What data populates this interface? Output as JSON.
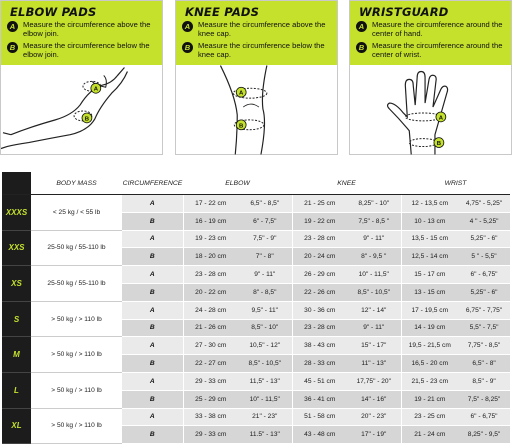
{
  "panels": [
    {
      "title": "ELBOW PADS",
      "steps": [
        {
          "letter": "A",
          "text": "Measure the circumference above the elbow join."
        },
        {
          "letter": "B",
          "text": "Measure the circumference below the elbow join."
        }
      ]
    },
    {
      "title": "KNEE PADS",
      "steps": [
        {
          "letter": "A",
          "text": "Measure the circumference above the knee cap."
        },
        {
          "letter": "B",
          "text": "Measure the circumference below the knee cap."
        }
      ]
    },
    {
      "title": "WRISTGUARD",
      "steps": [
        {
          "letter": "A",
          "text": "Measure the circumference around the center of hand."
        },
        {
          "letter": "B",
          "text": "Measure the circumference around the center of wrist."
        }
      ]
    }
  ],
  "table": {
    "headers": [
      "BODY MASS",
      "CIRCUMFERENCE",
      "ELBOW",
      "KNEE",
      "WRIST"
    ],
    "rows": [
      {
        "size": "XXXS",
        "mass": "< 25 kg / < 55 lb",
        "a": [
          "17 - 22 cm",
          "6,5\" - 8,5\"",
          "21 - 25 cm",
          "8,25\" - 10\"",
          "12 - 13,5 cm",
          "4,75\" - 5,25\""
        ],
        "b": [
          "16 - 19 cm",
          "6\" - 7,5\"",
          "19 - 22 cm",
          "7,5\" - 8,5 \"",
          "10 - 13 cm",
          "4 \" - 5,25\""
        ]
      },
      {
        "size": "XXS",
        "mass": "25-50 kg / 55-110 lb",
        "a": [
          "19 - 23 cm",
          "7,5\" - 9\"",
          "23 - 28 cm",
          "9\" - 11\"",
          "13,5 - 15 cm",
          "5,25\" - 6\""
        ],
        "b": [
          "18 - 20 cm",
          "7\" - 8\"",
          "20 - 24 cm",
          "8\" - 9,5 \"",
          "12,5 - 14 cm",
          "5 \" - 5,5\""
        ]
      },
      {
        "size": "XS",
        "mass": "25-50 kg / 55-110 lb",
        "a": [
          "23 - 28 cm",
          "9\" - 11\"",
          "26 - 29 cm",
          "10\" - 11,5\"",
          "15 - 17 cm",
          "6\" - 6,75\""
        ],
        "b": [
          "20 - 22 cm",
          "8\" - 8,5\"",
          "22 - 26 cm",
          "8,5\" - 10,5\"",
          "13 - 15 cm",
          "5,25\" - 6\""
        ]
      },
      {
        "size": "S",
        "mass": "> 50 kg / > 110 lb",
        "a": [
          "24 - 28 cm",
          "9,5\" - 11\"",
          "30 - 36 cm",
          "12\" - 14\"",
          "17 - 19,5 cm",
          "6,75\" - 7,75\""
        ],
        "b": [
          "21 - 26 cm",
          "8,5\" - 10\"",
          "23 - 28 cm",
          "9\" - 11\"",
          "14 - 19 cm",
          "5,5\" - 7,5\""
        ]
      },
      {
        "size": "M",
        "mass": "> 50 kg / > 110 lb",
        "a": [
          "27 - 30 cm",
          "10,5\" - 12\"",
          "38 - 43 cm",
          "15\" - 17\"",
          "19,5 - 21,5 cm",
          "7,75\" - 8,5\""
        ],
        "b": [
          "22 - 27 cm",
          "8,5\" - 10,5\"",
          "28 - 33 cm",
          "11\" - 13\"",
          "16,5 - 20 cm",
          "6,5\" - 8\""
        ]
      },
      {
        "size": "L",
        "mass": "> 50 kg / > 110 lb",
        "a": [
          "29 - 33 cm",
          "11,5\" - 13\"",
          "45 - 51 cm",
          "17,75\" - 20\"",
          "21,5 - 23 cm",
          "8,5\" - 9\""
        ],
        "b": [
          "25 - 29 cm",
          "10\" - 11,5\"",
          "36 - 41 cm",
          "14\" - 16\"",
          "19 - 21 cm",
          "7,5\" - 8,25\""
        ]
      },
      {
        "size": "XL",
        "mass": "> 50 kg / > 110 lb",
        "a": [
          "33 - 38 cm",
          "21\" - 23\"",
          "51 - 58 cm",
          "20\" - 23\"",
          "23 - 25 cm",
          "6\" - 6,75\""
        ],
        "b": [
          "29 - 33 cm",
          "11.5\" - 13\"",
          "43 - 48 cm",
          "17\" - 19\"",
          "21 - 24 cm",
          "8,25\" - 9,5\""
        ]
      }
    ]
  },
  "colors": {
    "accent": "#c5e12c",
    "dark": "#1c1c1c"
  }
}
